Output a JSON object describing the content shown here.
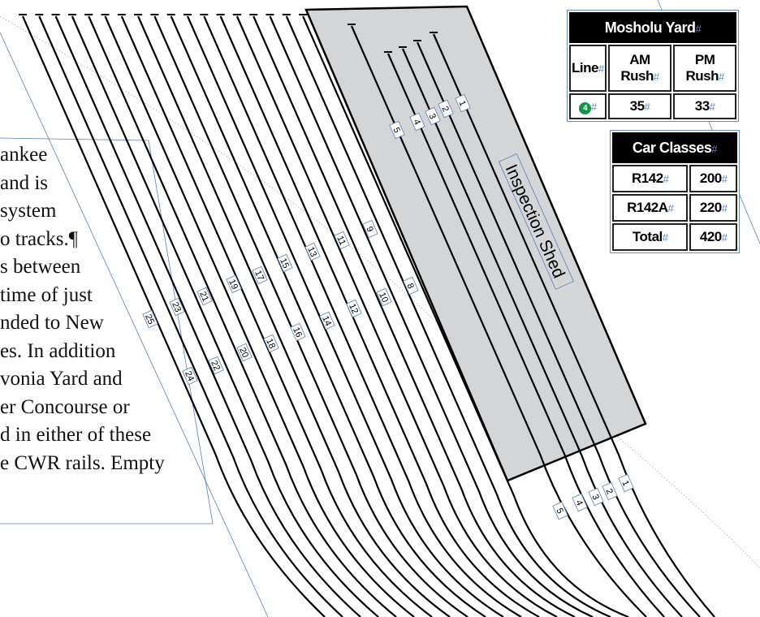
{
  "body_text": [
    "ankee",
    "and is",
    "system",
    "o tracks.¶",
    "s between",
    "time of just",
    "nded to New",
    "es. In addition",
    "vonia Yard and",
    "er Concourse or",
    "",
    "d in either of these",
    "e CWR rails. Empty"
  ],
  "shed_label": "Inspection Shed",
  "track_labels": [
    "1",
    "2",
    "3",
    "4",
    "5",
    "8",
    "9",
    "10",
    "11",
    "12",
    "13",
    "14",
    "15",
    "16",
    "17",
    "18",
    "19",
    "20",
    "21",
    "22",
    "23",
    "24",
    "25"
  ],
  "bottom_track_labels": [
    "1",
    "2",
    "3",
    "4",
    "5"
  ],
  "mosholu_table": {
    "title": "Mosholu Yard",
    "headers": [
      "Line",
      "AM Rush",
      "PM Rush"
    ],
    "row": {
      "line_badge": "4",
      "am": "35",
      "pm": "33"
    },
    "badge_color": "#0d9447"
  },
  "car_classes_table": {
    "title": "Car Classes",
    "rows": [
      [
        "R142",
        "200"
      ],
      [
        "R142A",
        "220"
      ],
      [
        "Total",
        "420"
      ]
    ]
  },
  "hidden_char": "#"
}
